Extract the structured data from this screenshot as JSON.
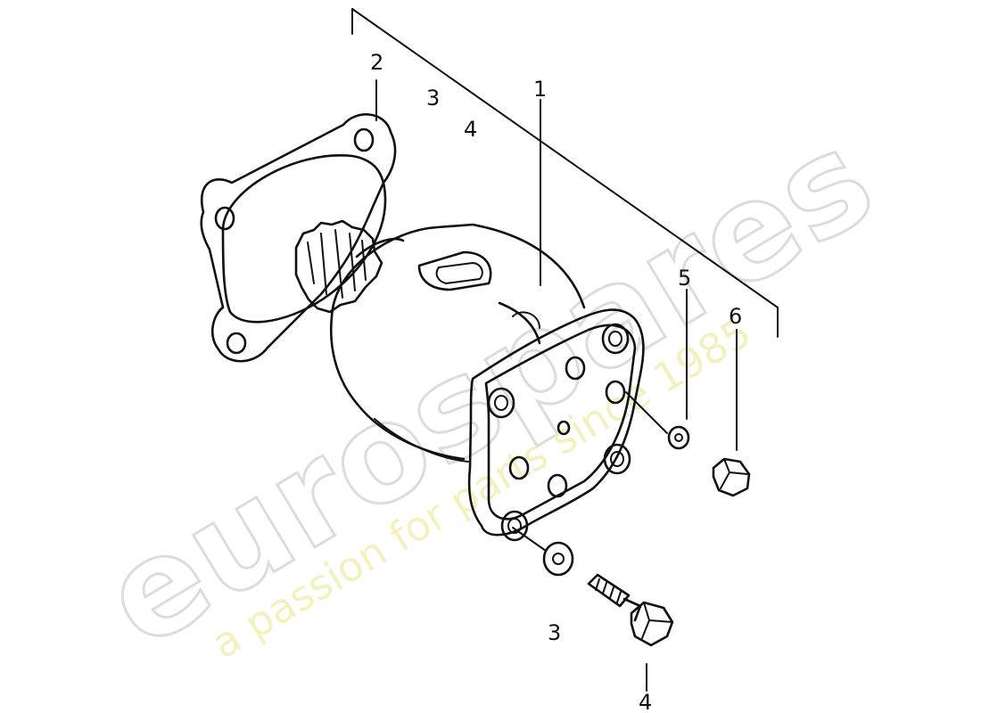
{
  "watermark": {
    "brand": "eurospares",
    "tagline": "a passion for parts since 1985"
  },
  "callouts": {
    "c1": "1",
    "c2": "2",
    "c3_top": "3",
    "c4_top": "4",
    "c5": "5",
    "c6": "6",
    "c3_bottom": "3",
    "c4_bottom": "4"
  },
  "colors": {
    "line": "#111111",
    "watermark_brand": "#dcdcdc",
    "watermark_tagline": "#f1efb4"
  }
}
